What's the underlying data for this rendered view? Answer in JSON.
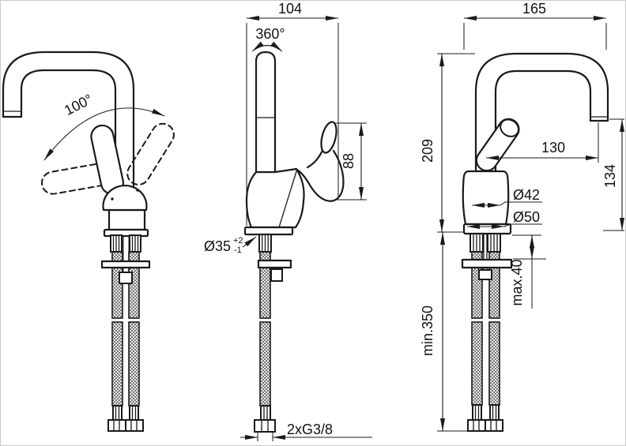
{
  "meta": {
    "type": "technical-dimension-drawing",
    "background_color": "#ffffff",
    "line_color": "#1a1a1a"
  },
  "views": {
    "front": {
      "labels": {
        "swivel_angle": "100°"
      }
    },
    "side": {
      "labels": {
        "depth": "104",
        "spout_rotation": "360°",
        "handle_height": "88",
        "mounting_hole_dia": "Ø35",
        "mounting_hole_tol_plus": "+2",
        "mounting_hole_tol_minus": "-1",
        "supply_thread": "2xG3/8"
      }
    },
    "front_dimensioned": {
      "labels": {
        "spout_width": "165",
        "total_height": "209",
        "spout_reach": "130",
        "outlet_height": "134",
        "body_dia_upper": "Ø42",
        "body_dia_lower": "Ø50",
        "mounting_depth_max": "max.40",
        "hose_length_min": "min.350"
      }
    }
  }
}
